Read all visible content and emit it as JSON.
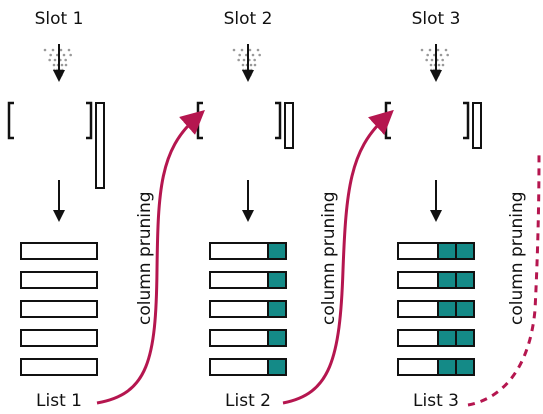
{
  "slots": [
    {
      "title": "Slot 1",
      "list_label": "List 1",
      "filled_columns": 0,
      "vector_height": "tall"
    },
    {
      "title": "Slot 2",
      "list_label": "List 2",
      "filled_columns": 1,
      "vector_height": "short"
    },
    {
      "title": "Slot 3",
      "list_label": "List 3",
      "filled_columns": 2,
      "vector_height": "short"
    }
  ],
  "list_rows": 5,
  "transitions": [
    {
      "label": "column pruning",
      "style": "solid"
    },
    {
      "label": "column pruning",
      "style": "solid"
    },
    {
      "label": "column pruning",
      "style": "dashed"
    }
  ],
  "colors": {
    "arrow": "#b5164f",
    "filled_cell": "#148a87",
    "outline": "#111111",
    "spray_dots": "#999999"
  },
  "icons": [
    "down-arrow-icon",
    "spray-icon",
    "bracket-icon",
    "curved-arrow-icon"
  ]
}
